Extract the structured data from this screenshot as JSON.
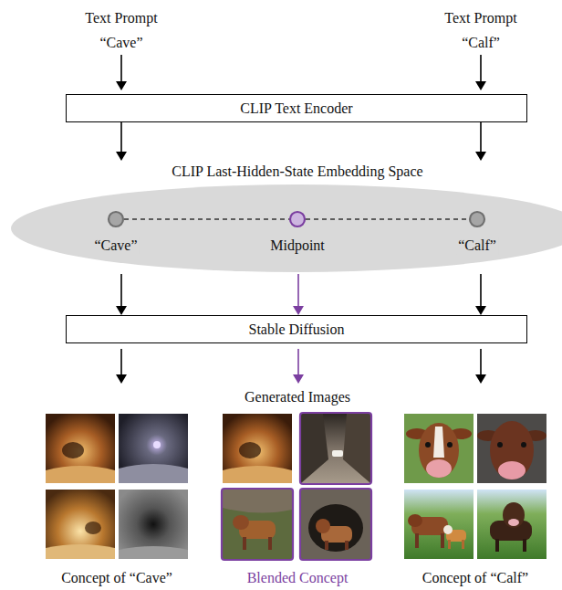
{
  "diagram": {
    "nodes": [
      {
        "text": [
          "CLIP Text Encoder"
        ]
      },
      {
        "text": [
          "CLIP Last-Hidden-State Embedding Space"
        ]
      },
      {
        "text": [
          "“Cave”"
        ],
        "in": 1
      },
      {
        "text": [
          "Midpoint"
        ],
        "in": 1
      },
      {
        "text": [
          "“Calf”"
        ],
        "in": 1
      },
      {
        "text": [
          "Stable Diffusion"
        ]
      }
    ],
    "edges": [
      {
        "from": 0,
        "to": 1,
        "arrow": "to"
      },
      {
        "from": 0,
        "to": 1,
        "arrow": "to"
      },
      {
        "from": 2,
        "to": 3,
        "arrow": "none"
      },
      {
        "from": 3,
        "to": 4,
        "arrow": "none"
      },
      {
        "from": 1,
        "to": 5,
        "arrow": "to"
      },
      {
        "from": 1,
        "to": 5,
        "arrow": "to"
      },
      {
        "from": 1,
        "to": 5,
        "arrow": "to"
      }
    ],
    "labels": [
      "Text Prompt",
      "“Cave”",
      "Text Prompt",
      "“Calf”",
      "Generated Images",
      "Concept of “Cave”",
      "Blended Concept",
      "Concept of “Calf”"
    ]
  }
}
